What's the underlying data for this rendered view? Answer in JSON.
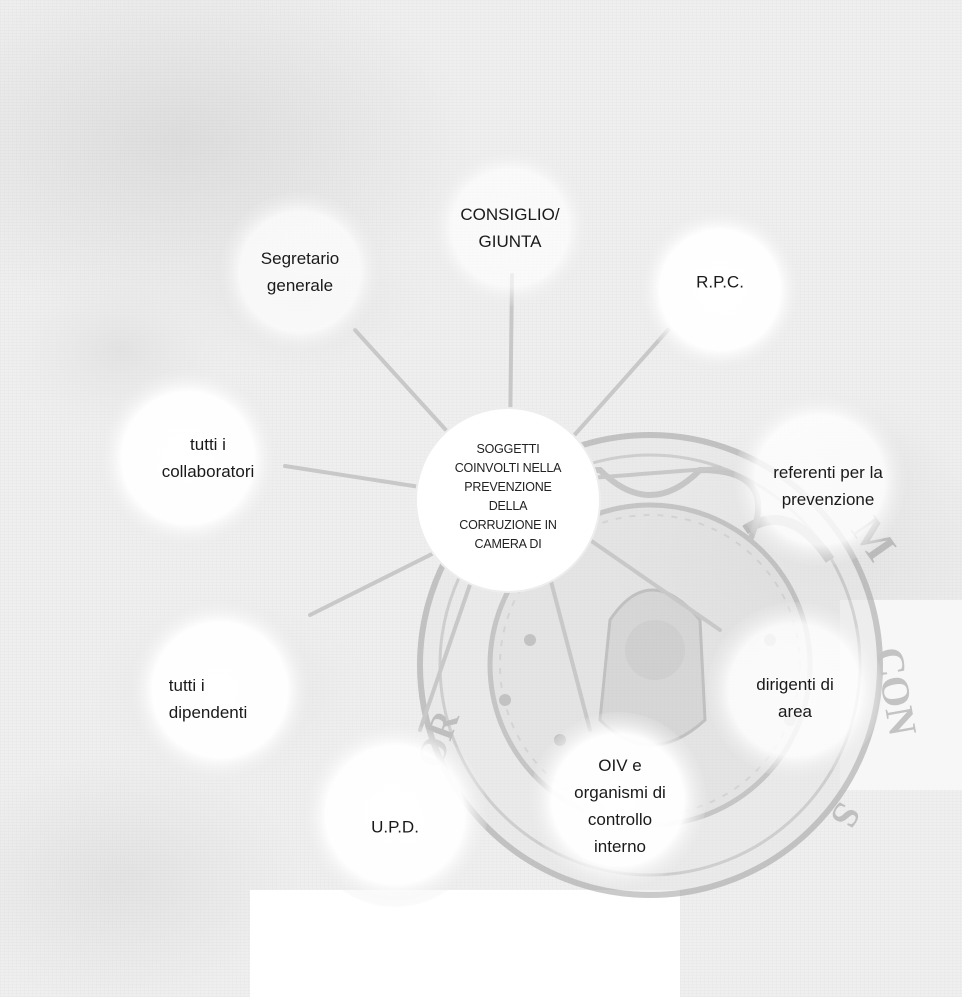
{
  "center": {
    "text": "SOGGETTI\nCOINVOLTI NELLA\nPREVENZIONE\nDELLA\nCORRUZIONE IN\nCAMERA DI"
  },
  "nodes": {
    "consiglio_giunta": "CONSIGLIO/\nGIUNTA",
    "segretario_generale": "Segretario\ngenerale",
    "rpc": "R.P.C.",
    "collaboratori": "tutti i\ncollaboratori",
    "referenti": "referenti per la\nprevenzione",
    "dipendenti": "tutti i\ndipendenti",
    "dirigenti": "dirigenti di\narea",
    "upd": "U.P.D.",
    "oiv": "OIV e\norganismi  di\ncontrollo\ninterno"
  },
  "colors": {
    "connector": "#c8c8c8",
    "node_fill": "#ffffff",
    "seal": "#a9a9a9",
    "text": "#1a1a1a"
  }
}
